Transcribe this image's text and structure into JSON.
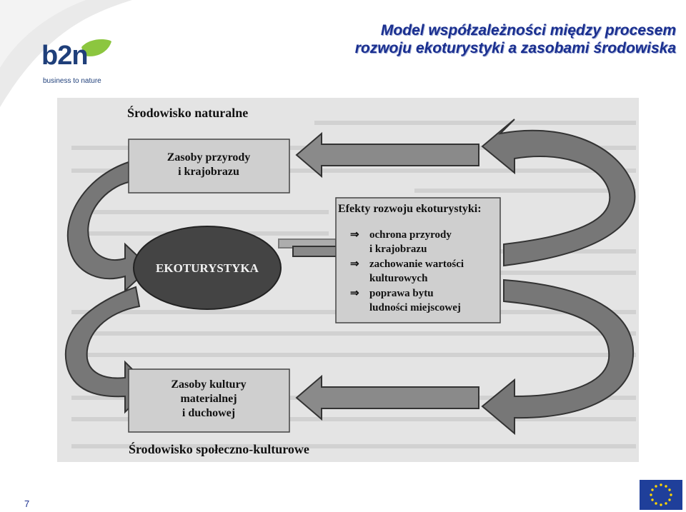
{
  "header": {
    "title_line1": "Model współzależności między procesem",
    "title_line2": "rozwoju ekoturystyki a zasobami środowiska"
  },
  "logo": {
    "text": "b2n",
    "tagline": "business to nature"
  },
  "diagram": {
    "natural_env_label": "Środowisko naturalne",
    "nature_box_line1": "Zasoby przyrody",
    "nature_box_line2": "i krajobrazu",
    "center_label": "EKOTURYSTYKA",
    "effects_title": "Efekty rozwoju ekoturystyki:",
    "effects": [
      {
        "line1": "ochrona przyrody",
        "line2": "i krajobrazu"
      },
      {
        "line1": "zachowanie wartości",
        "line2": "kulturowych"
      },
      {
        "line1": "poprawa bytu",
        "line2": "ludności miejscowej"
      }
    ],
    "culture_box_line1": "Zasoby kultury",
    "culture_box_line2": "materialnej",
    "culture_box_line3": "i duchowej",
    "social_env_label": "Środowisko społeczno-kulturowe"
  },
  "footer": {
    "page_number": "7"
  },
  "colors": {
    "title": "#1a2f8f",
    "scan_bg": "#e6e6e6",
    "arrow_fill": "#777777",
    "ellipse_fill": "#444444",
    "box_fill": "#cfcfcf"
  },
  "icons": {
    "arrow_bullet": "double-arrow-icon",
    "eu": "eu-flag-icon"
  }
}
